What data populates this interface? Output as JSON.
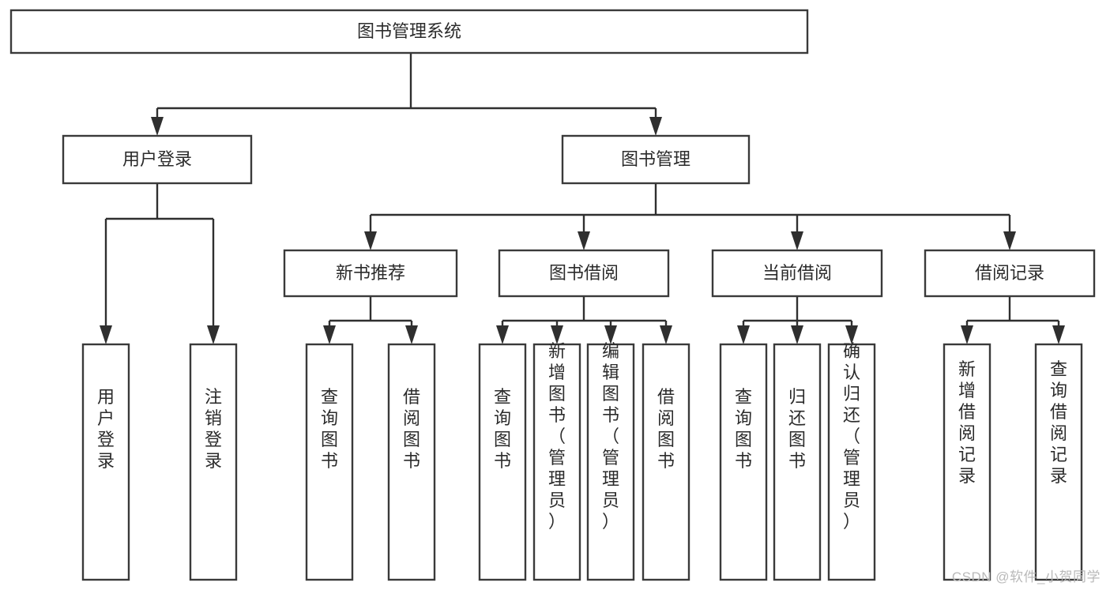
{
  "diagram": {
    "type": "tree",
    "title": "图书管理系统",
    "watermark": "CSDN @软件_小贺同学",
    "colors": {
      "box_stroke": "#3a3a3a",
      "box_fill": "#ffffff",
      "connector": "#2f2f2f",
      "text": "#2b2b2b",
      "watermark": "#b9b9b9",
      "background": "#ffffff"
    },
    "root": {
      "label": "图书管理系统"
    },
    "level1": [
      {
        "label": "用户登录"
      },
      {
        "label": "图书管理"
      }
    ],
    "level2": [
      {
        "label": "新书推荐"
      },
      {
        "label": "图书借阅"
      },
      {
        "label": "当前借阅"
      },
      {
        "label": "借阅记录"
      }
    ],
    "leaves": {
      "user_login": [
        {
          "label": "用户登录"
        },
        {
          "label": "注销登录"
        }
      ],
      "new_book_recommend": [
        {
          "label": "查询图书"
        },
        {
          "label": "借阅图书"
        }
      ],
      "book_borrow": [
        {
          "label": "查询图书"
        },
        {
          "label": "新增图书（管理员）"
        },
        {
          "label": "编辑图书（管理员）"
        },
        {
          "label": "借阅图书"
        }
      ],
      "current_borrow": [
        {
          "label": "查询图书"
        },
        {
          "label": "归还图书"
        },
        {
          "label": "确认归还（管理员）"
        }
      ],
      "borrow_record": [
        {
          "label": "新增借阅记录"
        },
        {
          "label": "查询借阅记录"
        }
      ]
    }
  }
}
